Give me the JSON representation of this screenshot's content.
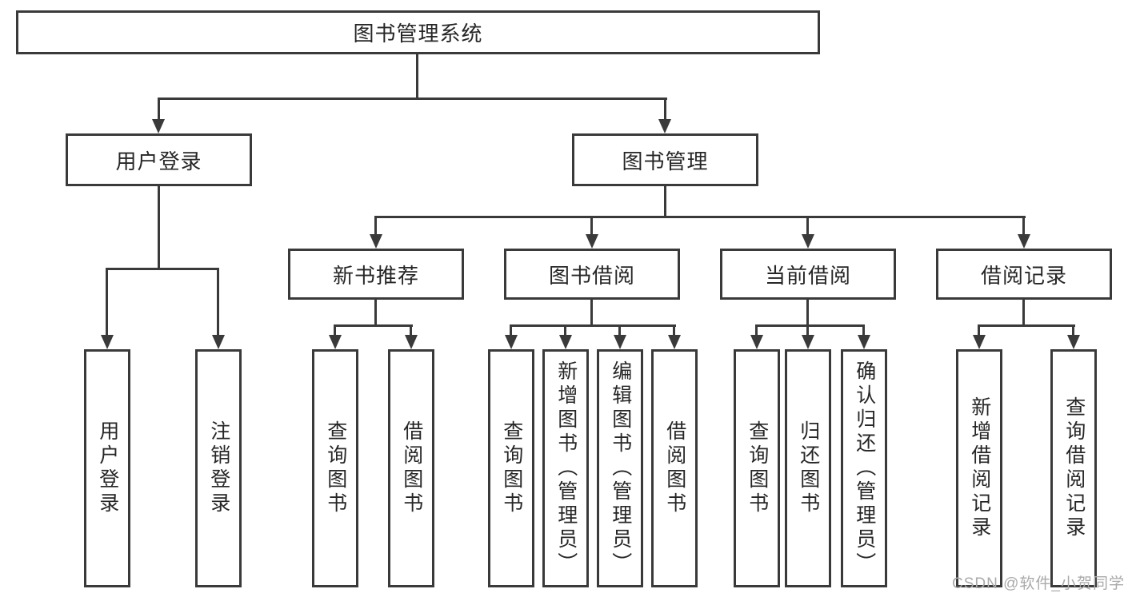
{
  "nodes": {
    "root": "图书管理系统",
    "login": "用户登录",
    "manage": "图书管理",
    "newbook": "新书推荐",
    "borrow": "图书借阅",
    "current": "当前借阅",
    "records": "借阅记录",
    "login_children": [
      "用户登录",
      "注销登录"
    ],
    "newbook_children": [
      "查询图书",
      "借阅图书"
    ],
    "borrow_children": [
      "查询图书",
      "新增图书（管理员）",
      "编辑图书（管理员）",
      "借阅图书"
    ],
    "current_children": [
      "查询图书",
      "归还图书",
      "确认归还（管理员）"
    ],
    "records_children": [
      "新增借阅记录",
      "查询借阅记录"
    ]
  },
  "watermark": "CSDN @软件_小贺同学",
  "colors": {
    "line": "#3a3a3a",
    "text": "#262626",
    "watermark": "#aaaaaa",
    "background": "#ffffff"
  }
}
